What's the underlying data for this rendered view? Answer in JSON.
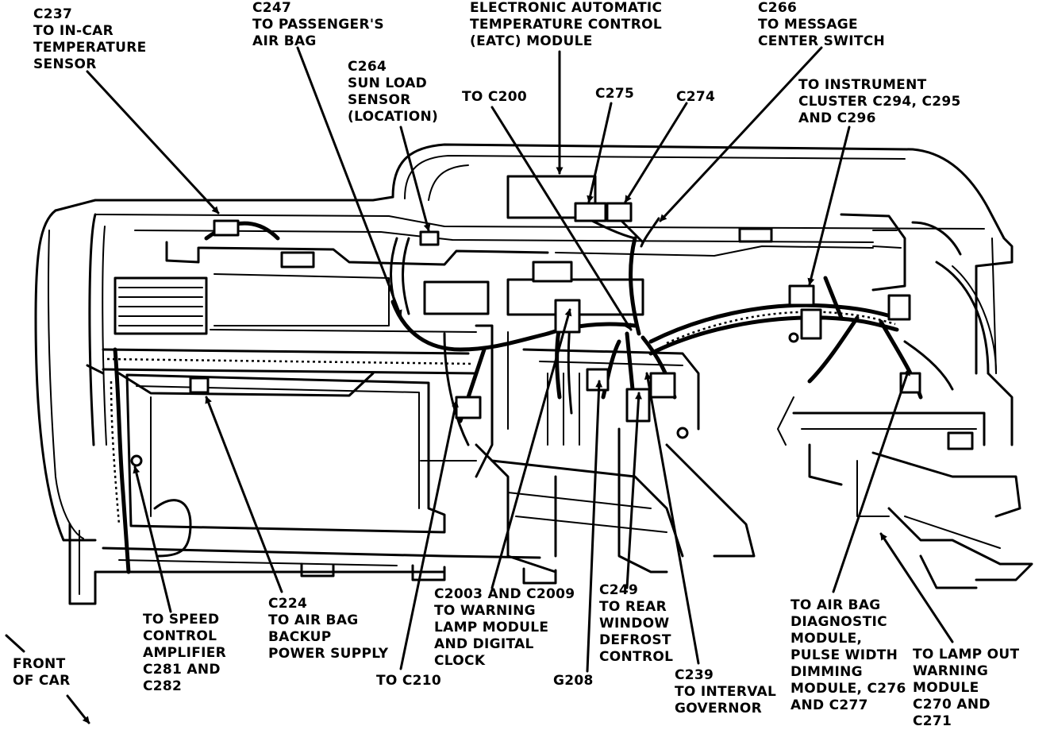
{
  "diagram": {
    "callouts": [
      {
        "id": "c237",
        "lines": [
          "C237",
          "TO IN-CAR",
          "TEMPERATURE",
          "SENSOR"
        ]
      },
      {
        "id": "c247",
        "lines": [
          "C247",
          "TO PASSENGER'S",
          "AIR BAG"
        ]
      },
      {
        "id": "eatc",
        "lines": [
          "ELECTRONIC AUTOMATIC",
          "TEMPERATURE CONTROL",
          "(EATC) MODULE"
        ]
      },
      {
        "id": "c266",
        "lines": [
          "C266",
          "TO MESSAGE",
          "CENTER SWITCH"
        ]
      },
      {
        "id": "c264",
        "lines": [
          "C264",
          "SUN LOAD",
          "SENSOR",
          "(LOCATION)"
        ]
      },
      {
        "id": "c200",
        "lines": [
          "TO C200"
        ]
      },
      {
        "id": "c275",
        "lines": [
          "C275"
        ]
      },
      {
        "id": "c274",
        "lines": [
          "C274"
        ]
      },
      {
        "id": "cluster",
        "lines": [
          "TO INSTRUMENT",
          "CLUSTER C294, C295",
          "AND C296"
        ]
      },
      {
        "id": "speed",
        "lines": [
          "TO SPEED",
          "CONTROL",
          "AMPLIFIER",
          "C281 AND",
          "C282"
        ]
      },
      {
        "id": "c224",
        "lines": [
          "C224",
          "TO AIR BAG",
          "BACKUP",
          "POWER SUPPLY"
        ]
      },
      {
        "id": "c210",
        "lines": [
          "TO C210"
        ]
      },
      {
        "id": "c2003",
        "lines": [
          "C2003 AND C2009",
          "TO WARNING",
          "LAMP MODULE",
          "AND DIGITAL",
          "CLOCK"
        ]
      },
      {
        "id": "g208",
        "lines": [
          "G208"
        ]
      },
      {
        "id": "c249",
        "lines": [
          "C249",
          "TO REAR",
          "WINDOW",
          "DEFROST",
          "CONTROL"
        ]
      },
      {
        "id": "c239",
        "lines": [
          "C239",
          "TO INTERVAL",
          "GOVERNOR"
        ]
      },
      {
        "id": "airbagdiag",
        "lines": [
          "TO AIR BAG",
          "DIAGNOSTIC",
          "MODULE,",
          "PULSE WIDTH",
          "DIMMING",
          "MODULE, C276",
          "AND C277"
        ]
      },
      {
        "id": "lampout",
        "lines": [
          "TO LAMP OUT",
          "WARNING",
          "MODULE",
          "C270 AND",
          "C271"
        ]
      },
      {
        "id": "front",
        "lines": [
          "FRONT",
          "OF CAR"
        ]
      }
    ]
  }
}
